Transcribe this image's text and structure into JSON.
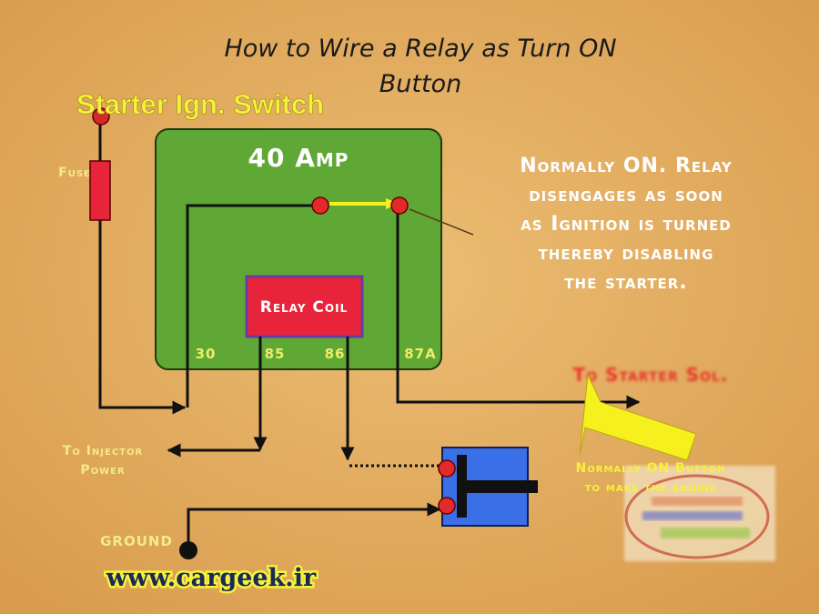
{
  "title": {
    "line1": "How to Wire a Relay as Turn ON",
    "line2": "Button"
  },
  "labels": {
    "switch": "Starter Ign. Switch",
    "fuse": "Fuse",
    "relay_rating": "40 Amp",
    "relay_coil": "Relay Coil",
    "pins": [
      "30",
      "85",
      "86",
      "87A"
    ],
    "injector": [
      "To Injector",
      "Power"
    ],
    "ground": "GROUND",
    "starter": "To Starter Sol.",
    "button_note": [
      "Normally ON Button",
      "to make the engine"
    ],
    "website": "www.cargeek.ir"
  },
  "note": [
    "Normally ON. Relay",
    "disengages as soon",
    "as Ignition is turned",
    "thereby disabling",
    "the starter."
  ],
  "colors": {
    "background": "#e2aa5e",
    "relay_box": "#5fa835",
    "coil": "#e8243a",
    "button_box": "#3a6fe8",
    "terminal": "#e32a2a",
    "highlight_yellow": "#f5f01e",
    "starter_label": "#e8322a"
  },
  "icons": {
    "watermark": "logo-badge",
    "pointer": "yellow-arrow"
  }
}
